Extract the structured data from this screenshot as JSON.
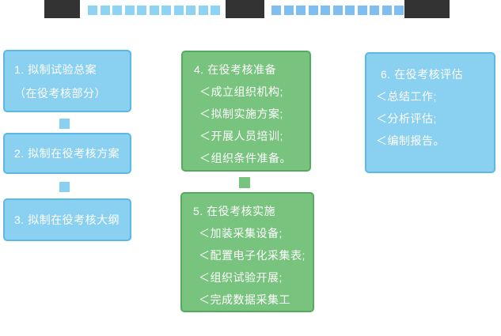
{
  "banner": {
    "row1_count": 11,
    "row2_count": 11,
    "dark_color": "#333333",
    "row1_color": "#8dd3f3",
    "row2_color": "#7fbef0"
  },
  "colors": {
    "blue_box_fill": "#8ad0f0",
    "blue_box_border": "#5cb8e4",
    "green_box_fill": "#78c37e",
    "green_box_border": "#54ab5e",
    "text": "#ffffff"
  },
  "flow": {
    "step1": {
      "line1": "1. 拟制试验总案",
      "line2": "（在役考核部分）"
    },
    "step2": {
      "label": "2. 拟制在役考核方案"
    },
    "step3": {
      "label": "3. 拟制在役考核大纲"
    },
    "step4": {
      "title": "4. 在役考核准备",
      "items": [
        "＜成立组织机构;",
        "＜拟制实施方案;",
        "＜开展人员培训;",
        "＜组织条件准备。"
      ]
    },
    "step5": {
      "title": "5. 在役考核实施",
      "items": [
        "＜加装采集设备;",
        "＜配置电子化采集表;",
        "＜组织试验开展;",
        "＜完成数据采集工作。"
      ]
    },
    "step6": {
      "title": "6. 在役考核评估",
      "items": [
        "＜总结工作;",
        "＜分析评估;",
        "＜编制报告。"
      ]
    }
  }
}
